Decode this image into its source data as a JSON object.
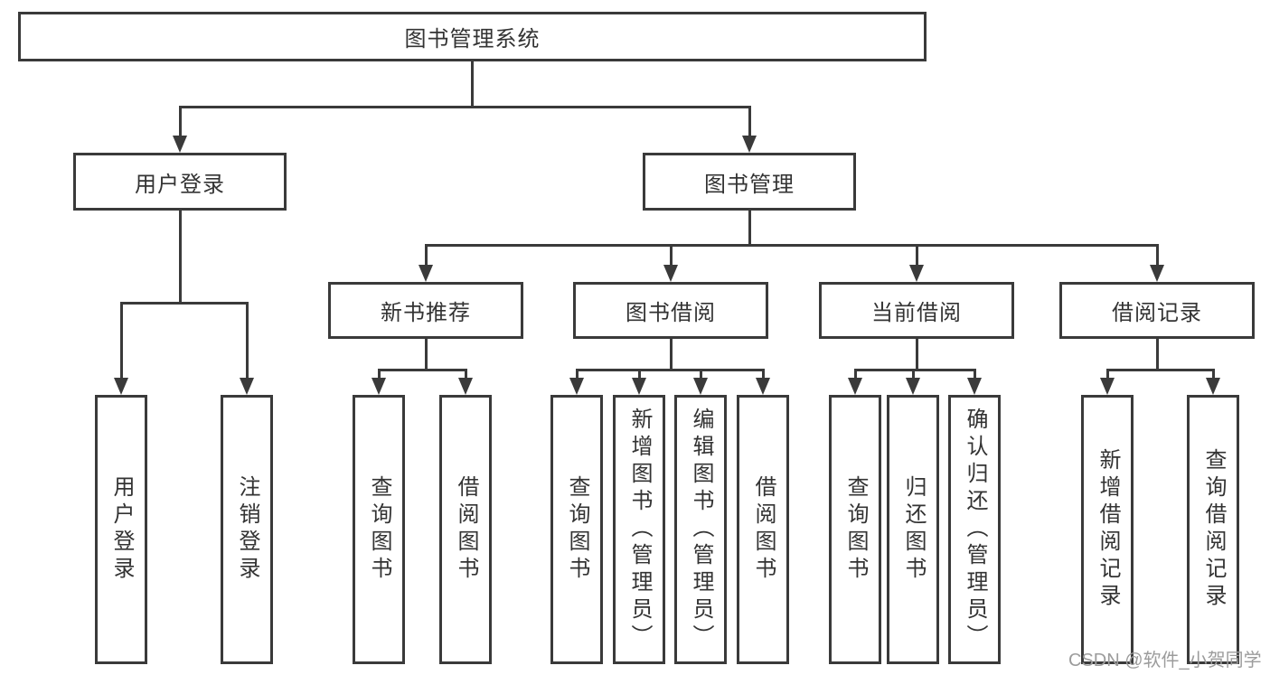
{
  "title": {
    "label": "图书管理系统"
  },
  "level2": [
    {
      "label": "用户登录"
    },
    {
      "label": "图书管理"
    }
  ],
  "level3": [
    {
      "label": "新书推荐"
    },
    {
      "label": "图书借阅"
    },
    {
      "label": "当前借阅"
    },
    {
      "label": "借阅记录"
    }
  ],
  "leaves": {
    "user_login": [
      {
        "label": "用户登录"
      },
      {
        "label": "注销登录"
      }
    ],
    "new_book_recommend": [
      {
        "label": "查询图书"
      },
      {
        "label": "借阅图书"
      }
    ],
    "book_borrow": [
      {
        "label": "查询图书"
      },
      {
        "label": "新增图书（管理员）"
      },
      {
        "label": "编辑图书（管理员）"
      },
      {
        "label": "借阅图书"
      }
    ],
    "current_borrow": [
      {
        "label": "查询图书"
      },
      {
        "label": "归还图书"
      },
      {
        "label": "确认归还（管理员）"
      }
    ],
    "borrow_records": [
      {
        "label": "新增借阅记录"
      },
      {
        "label": "查询借阅记录"
      }
    ]
  },
  "watermark": {
    "text": "CSDN @软件_小贺同学"
  },
  "colors": {
    "line": "#3a3a3a",
    "text": "#333333",
    "watermark": "#9c9c9c",
    "background": "#ffffff"
  }
}
